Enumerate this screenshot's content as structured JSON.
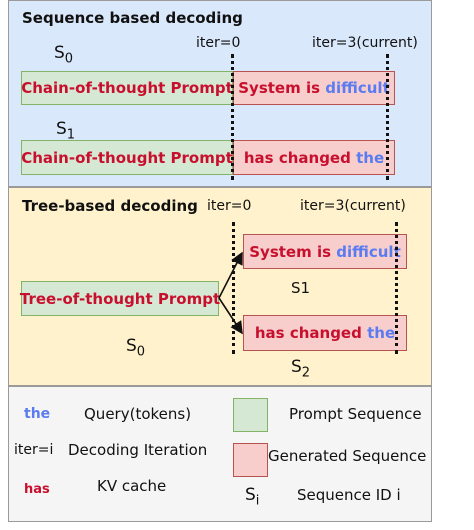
{
  "sequence_panel": {
    "title": "Sequence based decoding",
    "iter_start": "iter=0",
    "iter_current": "iter=3(current)",
    "s0": {
      "base": "S",
      "sub": "0"
    },
    "s1": {
      "base": "S",
      "sub": "1"
    },
    "row1": {
      "prompt": "Chain-of-thought Prompt",
      "gen_red": "System is ",
      "gen_blue": "difficult"
    },
    "row2": {
      "prompt": "Chain-of-thought Prompt",
      "gen_red": "has changed ",
      "gen_blue": "the"
    }
  },
  "tree_panel": {
    "title": "Tree-based decoding",
    "iter_start": "iter=0",
    "iter_current": "iter=3(current)",
    "prompt": "Tree-of-thought Prompt",
    "s0": {
      "base": "S",
      "sub": "0"
    },
    "s1_label": "S1",
    "s2": {
      "base": "S",
      "sub": "2"
    },
    "branch1": {
      "gen_red": "System is ",
      "gen_blue": "difficult"
    },
    "branch2": {
      "gen_red": "has changed ",
      "gen_blue": "the"
    }
  },
  "legend": {
    "query_sample": "the",
    "query_desc": "Query(tokens)",
    "iter_sample": "iter=i",
    "iter_desc": "Decoding Iteration",
    "kv_sample": "has",
    "kv_desc": "KV cache",
    "prompt_desc": "Prompt Sequence",
    "generated_desc": "Generated Sequence",
    "seqid_symbol": {
      "base": "S",
      "sub": "i"
    },
    "seqid_desc": "Sequence ID i"
  },
  "colors": {
    "seq_bg": "#dae8fc",
    "tree_bg": "#fff2cc",
    "legend_bg": "#f5f5f5",
    "prompt_fill": "#d5e8d4",
    "prompt_border": "#82b366",
    "gen_fill": "#f8cecc",
    "gen_border": "#b85450",
    "token_red": "#c8102e",
    "token_blue": "#5a7cf0"
  }
}
